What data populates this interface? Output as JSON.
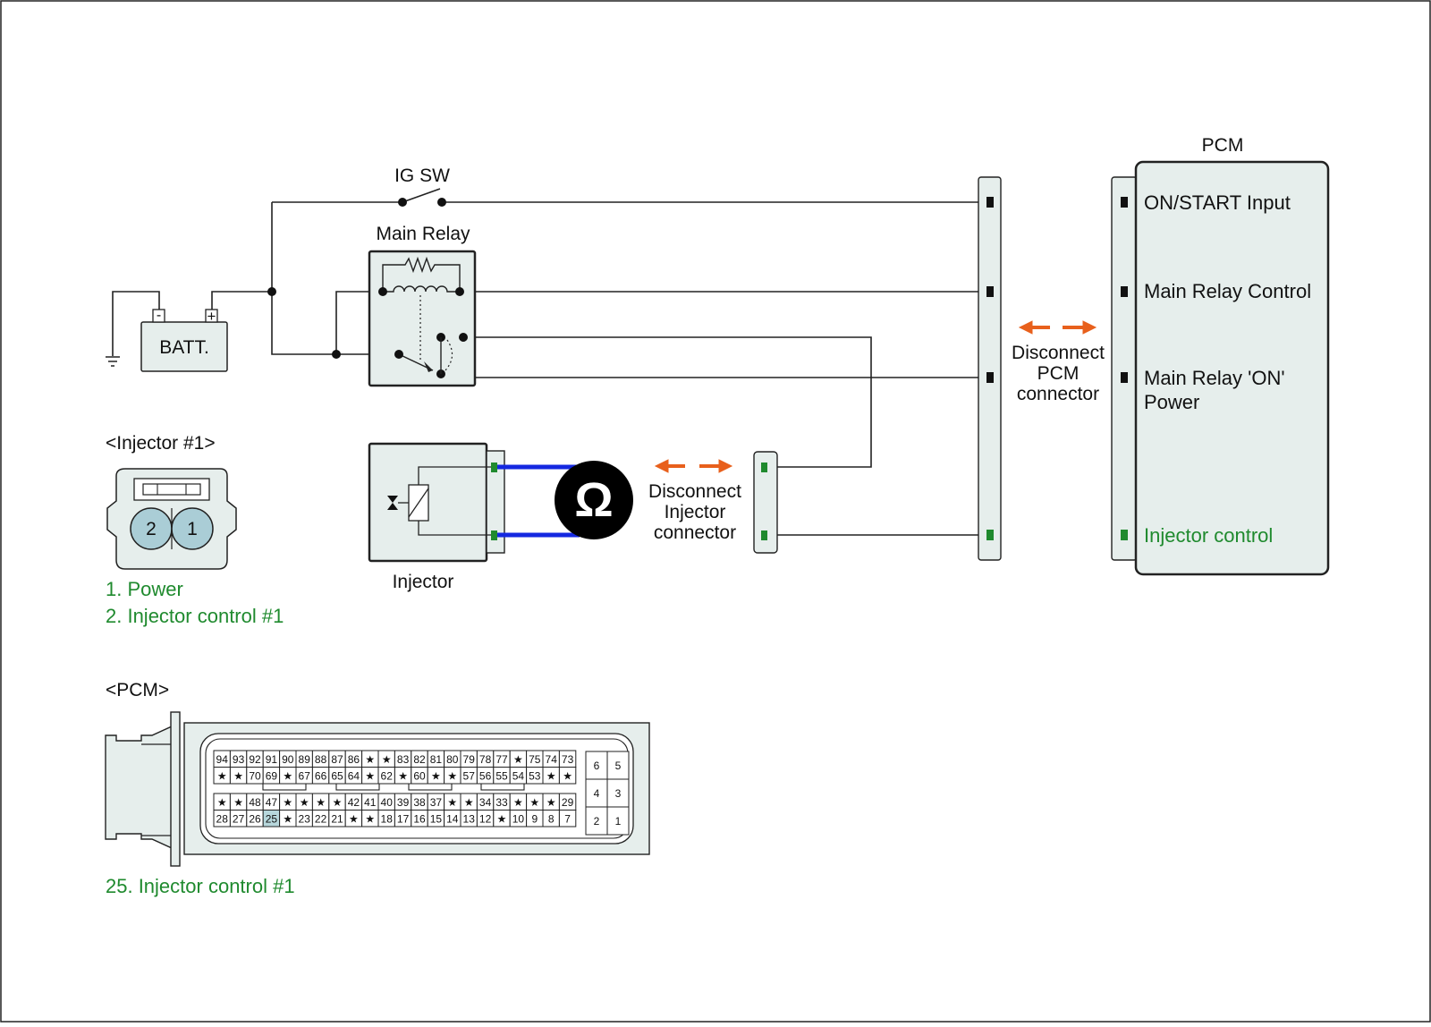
{
  "labels": {
    "ig_sw": "IG SW",
    "main_relay": "Main Relay",
    "batt": "BATT.",
    "batt_minus": "-",
    "batt_plus": "+",
    "injector": "Injector",
    "pcm": "PCM",
    "pcm_on_start": "ON/START Input",
    "pcm_main_relay_control": "Main Relay Control",
    "pcm_main_relay_on_1": "Main Relay 'ON'",
    "pcm_main_relay_on_2": "Power",
    "pcm_injector_control": "Injector control",
    "disconnect_pcm_1": "Disconnect",
    "disconnect_pcm_2": "PCM",
    "disconnect_pcm_3": "connector",
    "disconnect_inj_1": "Disconnect",
    "disconnect_inj_2": "Injector",
    "disconnect_inj_3": "connector",
    "ohm_symbol": "Ω"
  },
  "injector_connector": {
    "title": "<Injector #1>",
    "pin_left": "2",
    "pin_right": "1",
    "legend_1": "1. Power",
    "legend_2": "2. Injector control #1"
  },
  "pcm_connector": {
    "title": "<PCM>",
    "legend": "25. Injector control #1",
    "highlight_pin": "25",
    "rows": [
      [
        "94",
        "93",
        "92",
        "91",
        "90",
        "89",
        "88",
        "87",
        "86",
        "★",
        "★",
        "83",
        "82",
        "81",
        "80",
        "79",
        "78",
        "77",
        "★",
        "75",
        "74",
        "73"
      ],
      [
        "★",
        "★",
        "70",
        "69",
        "★",
        "67",
        "66",
        "65",
        "64",
        "★",
        "62",
        "★",
        "60",
        "★",
        "★",
        "57",
        "56",
        "55",
        "54",
        "53",
        "★",
        "★"
      ],
      [
        "★",
        "★",
        "48",
        "47",
        "★",
        "★",
        "★",
        "★",
        "42",
        "41",
        "40",
        "39",
        "38",
        "37",
        "★",
        "★",
        "34",
        "33",
        "★",
        "★",
        "★",
        "29"
      ],
      [
        "28",
        "27",
        "26",
        "25",
        "★",
        "23",
        "22",
        "21",
        "★",
        "★",
        "18",
        "17",
        "16",
        "15",
        "14",
        "13",
        "12",
        "★",
        "10",
        "9",
        "8",
        "7"
      ]
    ],
    "small_block": [
      [
        "6",
        "5"
      ],
      [
        "4",
        "3"
      ],
      [
        "2",
        "1"
      ]
    ]
  },
  "colors": {
    "wire": "#222222",
    "connector_fill": "#e6eeec",
    "pcm_fill": "#e6eeec",
    "accent_orange": "#e8601c",
    "meter_lead_blue": "#1428e0",
    "terminal_green": "#1f8a2e",
    "highlight_pin_fill": "#b7d7dc",
    "pin_round_fill": "#aacdd6"
  },
  "icons": [
    "ground-icon",
    "ohmmeter-icon",
    "injector-valve-icon",
    "disconnect-arrow-icon"
  ]
}
